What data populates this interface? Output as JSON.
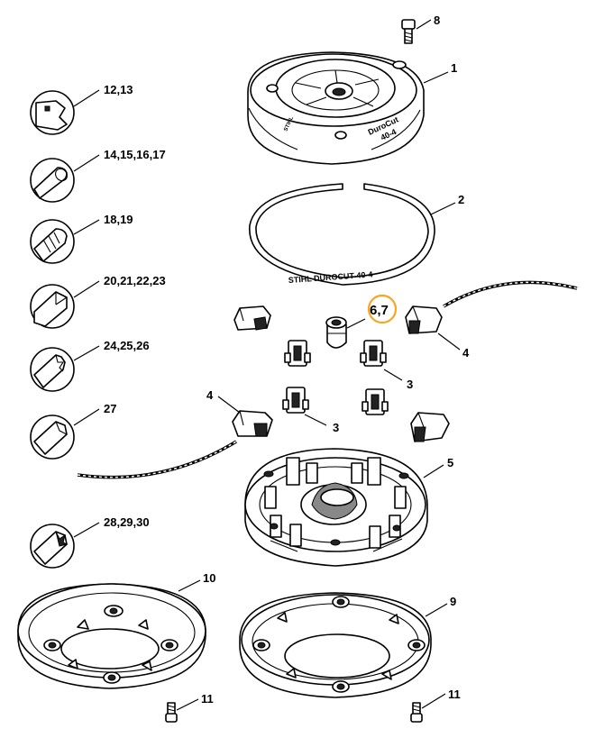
{
  "callouts": {
    "c8": "8",
    "c1": "1",
    "c2": "2",
    "c67": "6,7",
    "c4a": "4",
    "c3a": "3",
    "c4b": "4",
    "c3b": "3",
    "c5": "5",
    "c10": "10",
    "c9": "9",
    "c11a": "11",
    "c11b": "11",
    "c1213": "12,13",
    "c14": "14,15,16,17",
    "c1819": "18,19",
    "c20": "20,21,22,23",
    "c24": "24,25,26",
    "c27": "27",
    "c28": "28,29,30"
  },
  "embossing": {
    "cap_brand": "DuroCut",
    "cap_model": "40-4",
    "cap_logo": "STIHL",
    "ring_text": "STIHL  DUROCUT 40-4"
  },
  "colors": {
    "line": "#000000",
    "highlight": "#F5A623",
    "background": "#FFFFFF"
  }
}
